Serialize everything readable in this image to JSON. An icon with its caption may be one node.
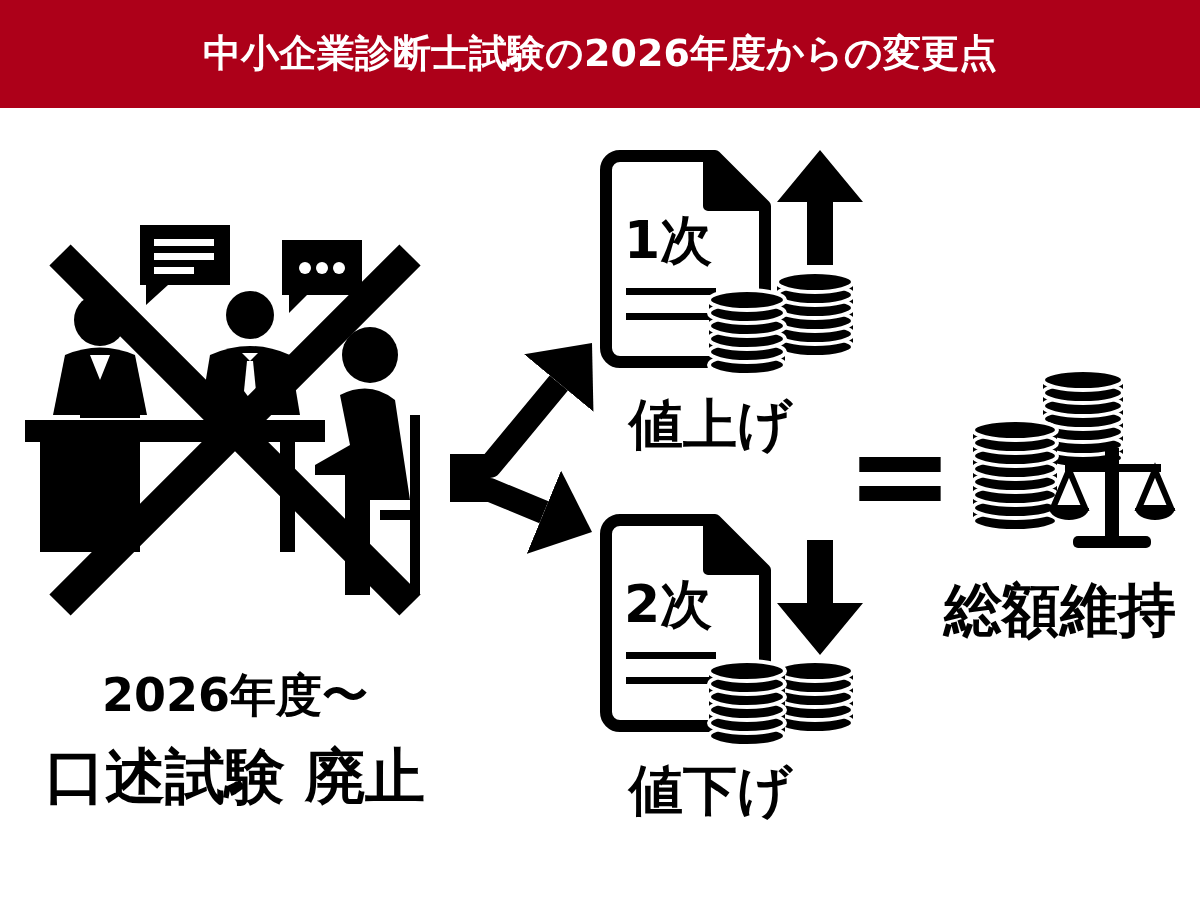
{
  "diagram": {
    "title": "中小企業診断士試験の2026年度からの変更点",
    "nodes": [
      {
        "text": [],
        "shape": "picture",
        "beside": [
          "2026年度〜",
          "口述試験 廃止"
        ]
      },
      {
        "text": [
          "1次"
        ],
        "beside": [
          "値上げ"
        ]
      },
      {
        "text": [
          "2次"
        ],
        "beside": [
          "値下げ"
        ]
      },
      {
        "text": [],
        "shape": "picture",
        "beside": [
          "総額維持"
        ]
      }
    ],
    "edges": [
      {
        "from": 0,
        "to": 1,
        "arrow": "to"
      },
      {
        "from": 0,
        "to": 2,
        "arrow": "to"
      }
    ],
    "labels": [
      "="
    ]
  }
}
